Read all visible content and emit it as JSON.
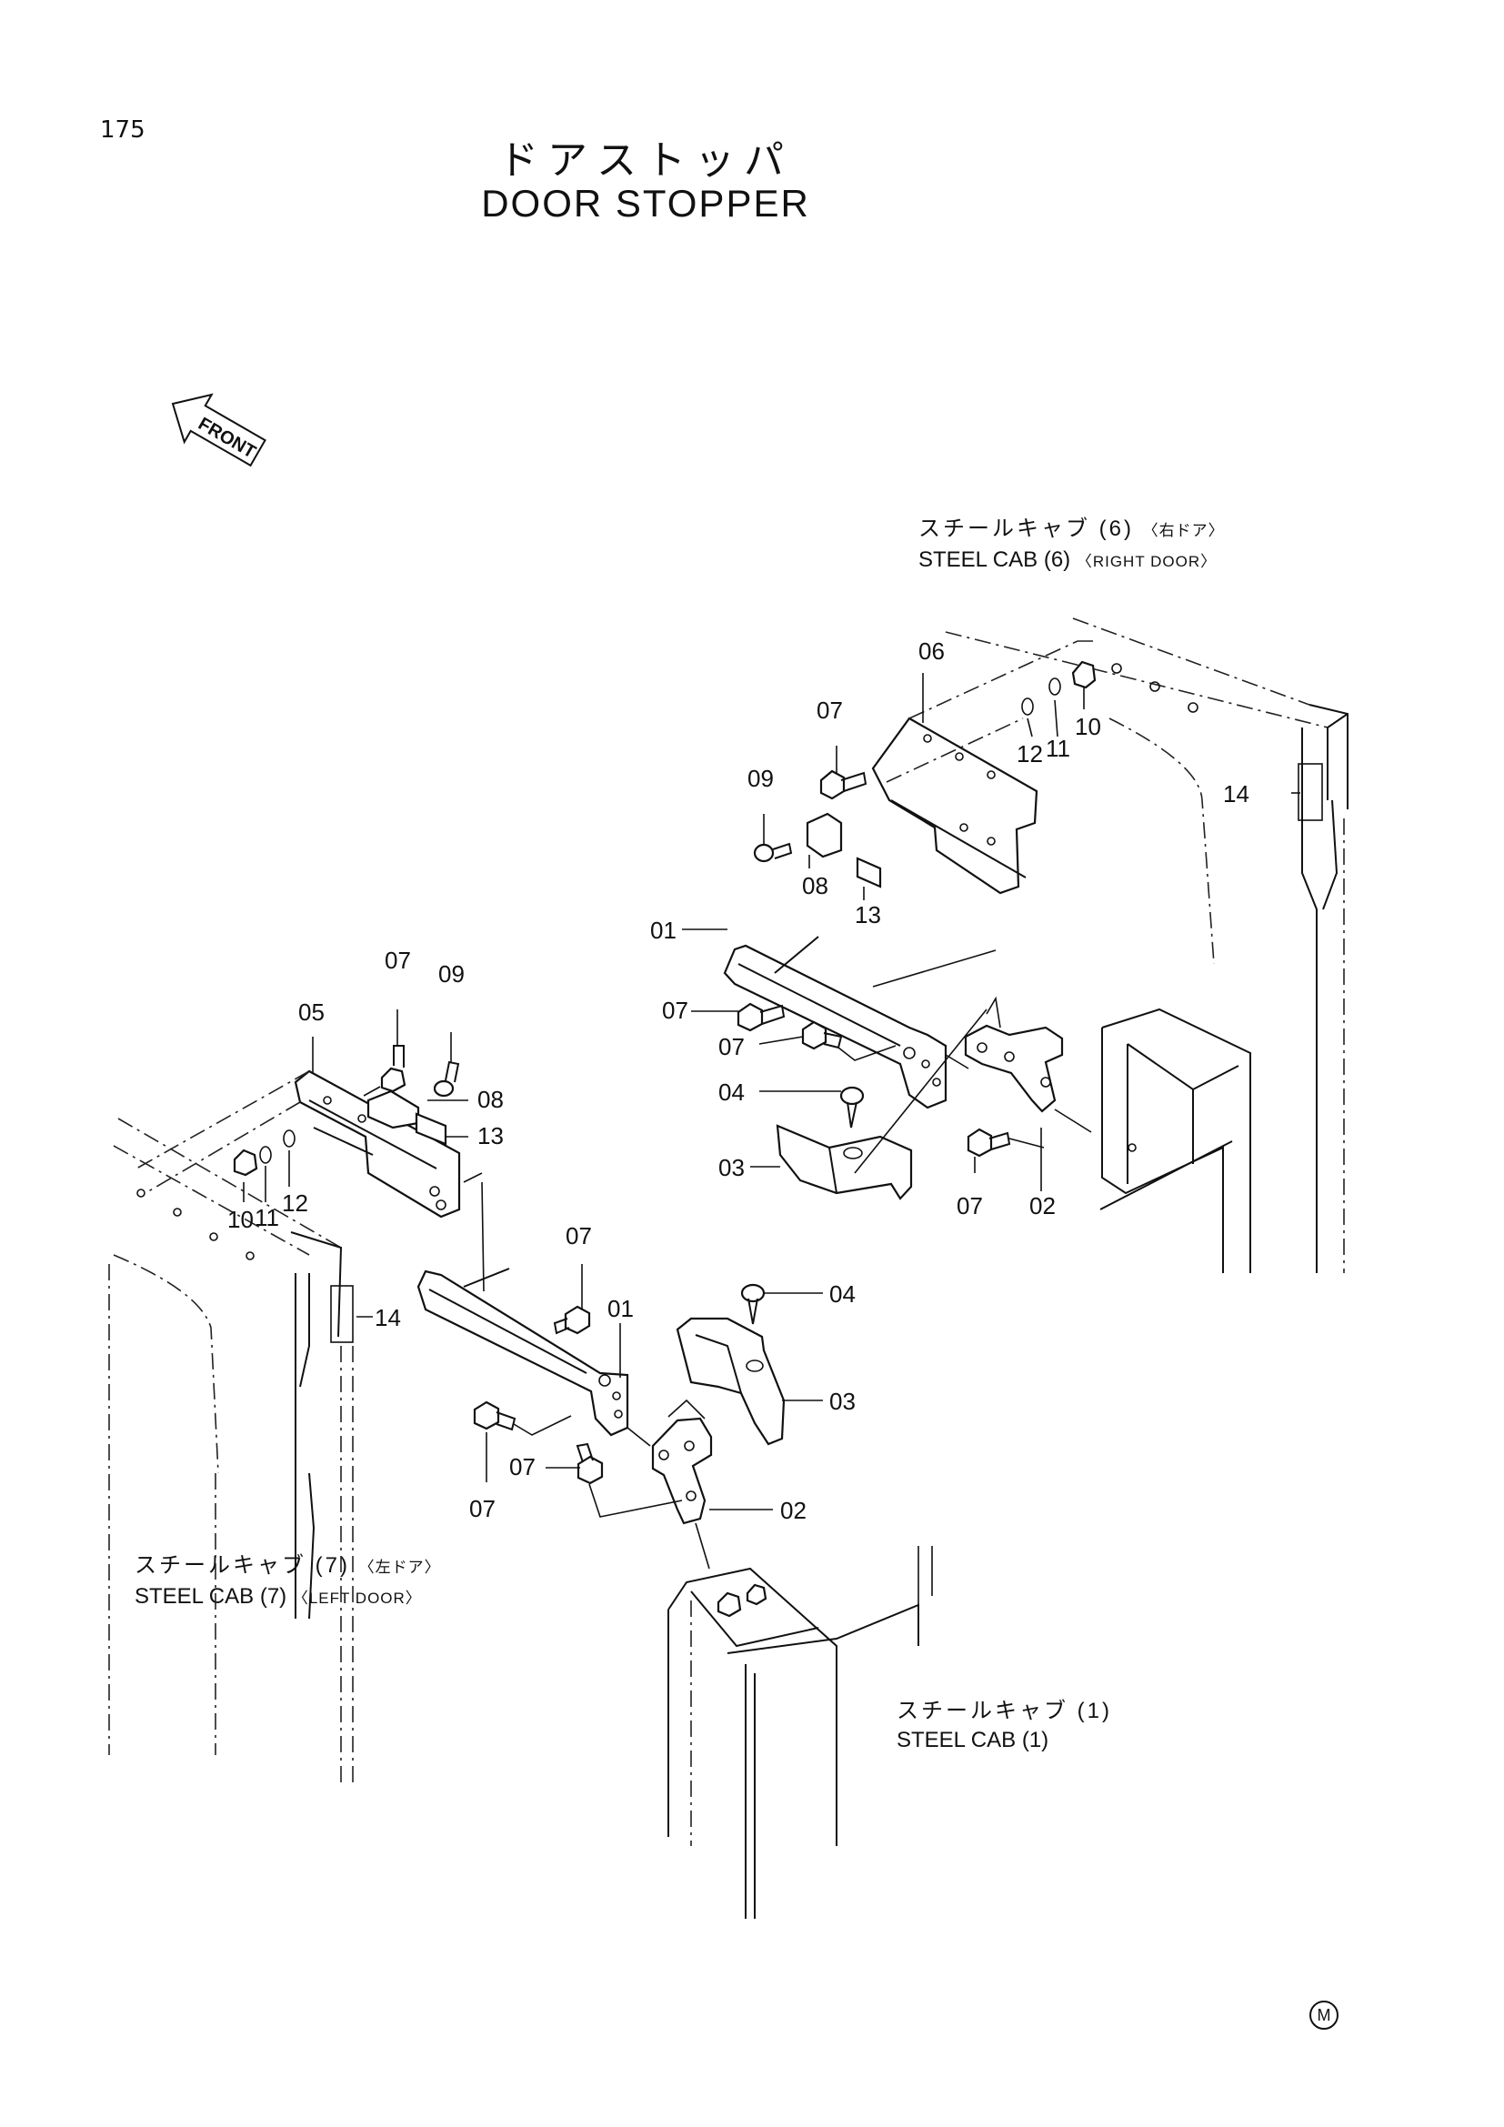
{
  "page_number": "175",
  "title_jp": "ドアストッパ",
  "title_en": "DOOR STOPPER",
  "front_label": "FRONT",
  "notes": {
    "right_door": {
      "jp": "スチールキャブ (6)",
      "jp_sub": "〈右ドア〉",
      "en": "STEEL CAB (6)",
      "en_sub": "〈RIGHT DOOR〉"
    },
    "left_door": {
      "jp": "スチールキャブ (7)",
      "jp_sub": "〈左ドア〉",
      "en": "STEEL CAB (7)",
      "en_sub": "〈LEFT DOOR〉"
    },
    "cab": {
      "jp": "スチールキャブ (1)",
      "en": "STEEL CAB (1)"
    }
  },
  "callouts": {
    "c06": "06",
    "c07a": "07",
    "c12a": "12",
    "c11a": "11",
    "c10a": "10",
    "c09a": "09",
    "c08a": "08",
    "c13a": "13",
    "c14a": "14",
    "c01a": "01",
    "c07b": "07",
    "c07c": "07",
    "c04a": "04",
    "c03a": "03",
    "c07d": "07",
    "c02a": "02",
    "c07e": "07",
    "c09b": "09",
    "c05": "05",
    "c08b": "08",
    "c13b": "13",
    "c10b": "10",
    "c11b": "11",
    "c12b": "12",
    "c14b": "14",
    "c07f": "07",
    "c01b": "01",
    "c04b": "04",
    "c03b": "03",
    "c07g": "07",
    "c07h": "07",
    "c02b": "02"
  },
  "marker": "M"
}
